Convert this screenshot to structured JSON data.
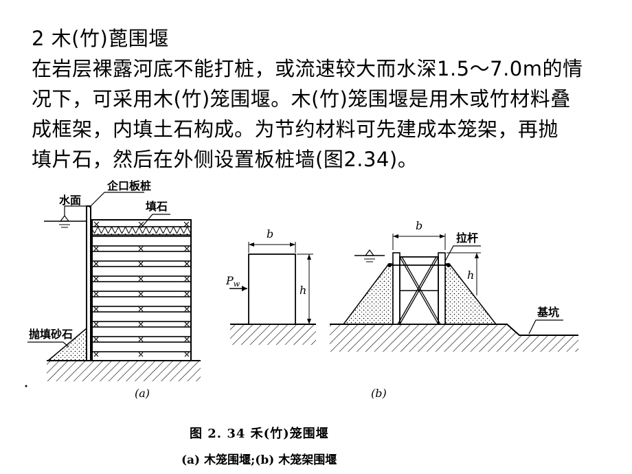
{
  "heading": "2  木(竹)蓖围堰",
  "paragraph_lines": [
    "在岩层裸露河底不能打桩，或流速较大而水深1.5～7.0m的情",
    "况下，可采用木(竹)笼围堰。木(竹)笼围堰是用木或竹材料叠",
    "成框架，内填土石构成。为节约材料可先建成本笼架，再抛",
    "填片石，然后在外侧设置板桩墙(图2.34)。"
  ],
  "figure": {
    "a": {
      "label_water": "水面",
      "label_sheetpile": "企口板桩",
      "label_fill": "填石",
      "label_riprap": "抛填砂石",
      "sublabel": "(a)"
    },
    "b": {
      "left_width": "b",
      "left_height": "h",
      "left_pressure": "P",
      "left_pressure_sub": "w",
      "right_width": "b",
      "right_height": "h",
      "label_tierod": "拉杆",
      "label_pit": "基坑",
      "sublabel": "(b)"
    },
    "caption_main": "图 2. 34   禾(竹)笼围堰",
    "caption_sub": "(a) 木笼围堰;(b) 木笼架围堰"
  }
}
